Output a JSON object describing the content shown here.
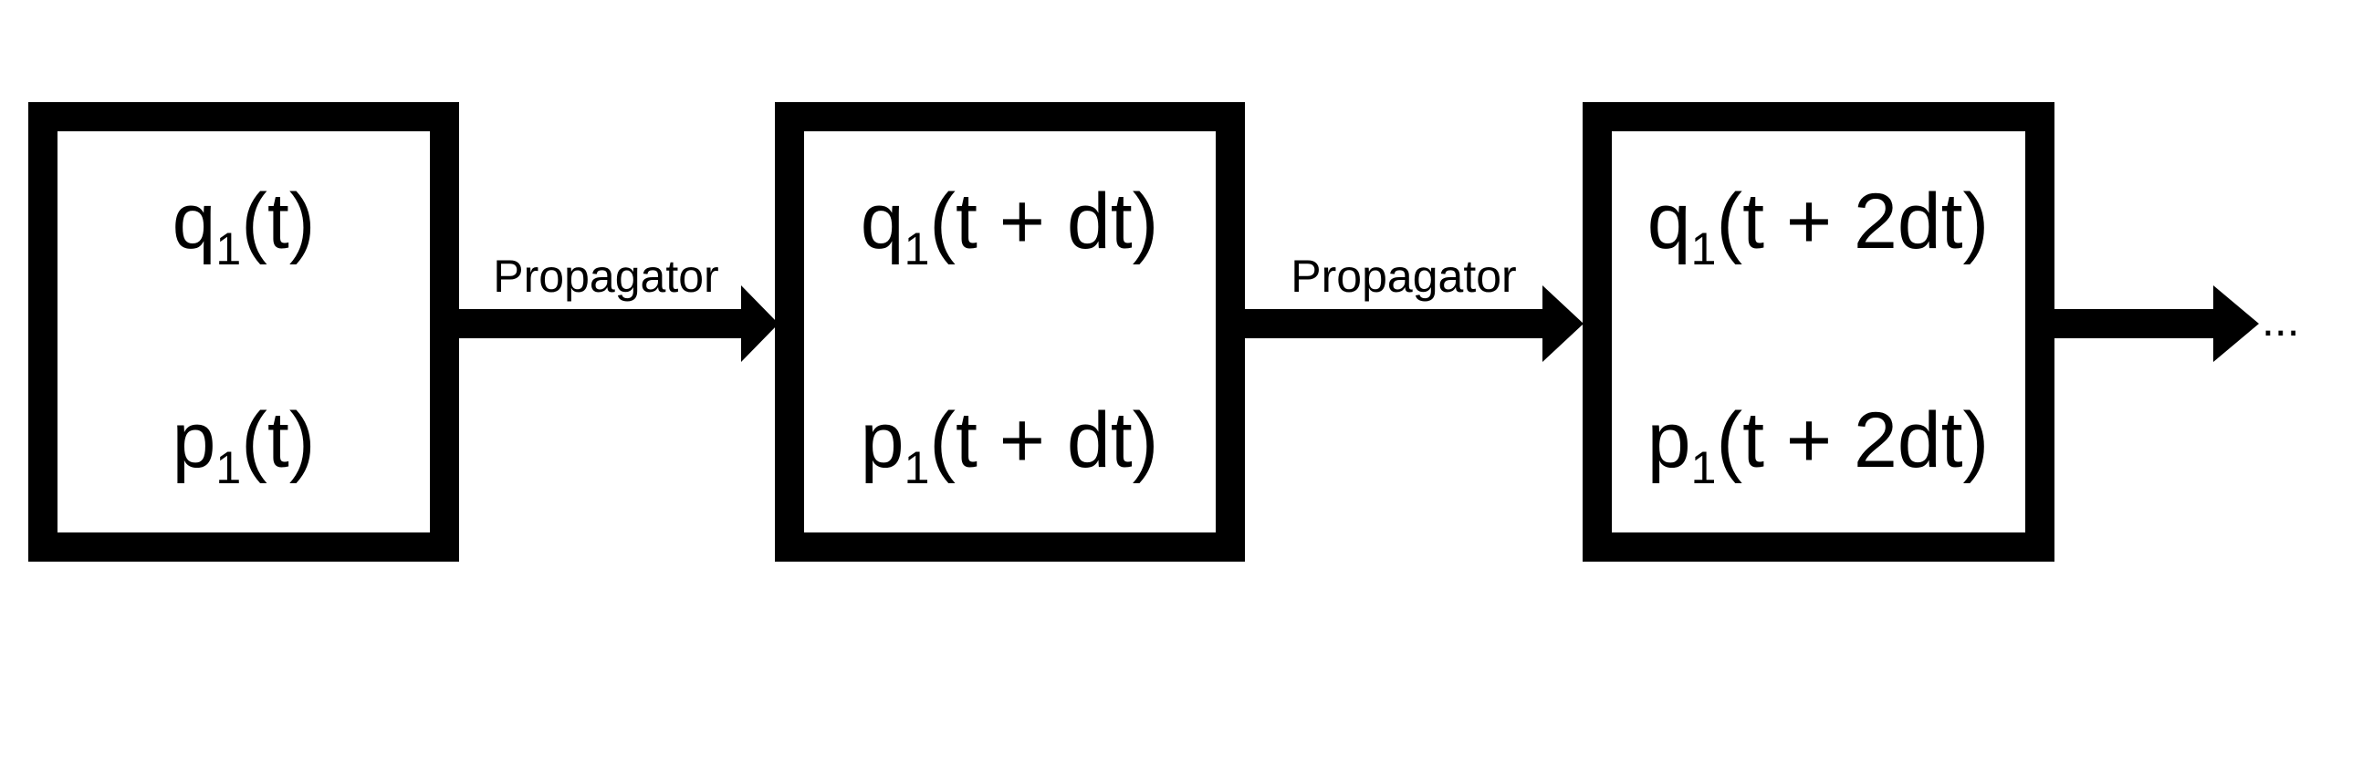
{
  "diagram": {
    "states": [
      {
        "q": {
          "base": "q",
          "sub": "1",
          "arg": "(t)"
        },
        "p": {
          "base": "p",
          "sub": "1",
          "arg": "(t)"
        }
      },
      {
        "q": {
          "base": "q",
          "sub": "1",
          "arg": "(t + dt)"
        },
        "p": {
          "base": "p",
          "sub": "1",
          "arg": "(t + dt)"
        }
      },
      {
        "q": {
          "base": "q",
          "sub": "1",
          "arg": "(t + 2dt)"
        },
        "p": {
          "base": "p",
          "sub": "1",
          "arg": "(t + 2dt)"
        }
      }
    ],
    "edges": [
      {
        "label": "Propagator"
      },
      {
        "label": "Propagator"
      },
      {
        "label": ""
      }
    ],
    "continuation": "..."
  }
}
